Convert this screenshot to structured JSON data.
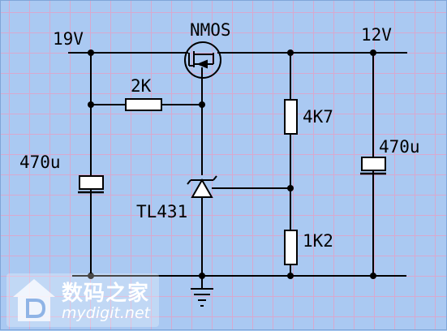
{
  "labels": {
    "vin": "19V",
    "nmos": "NMOS",
    "vout": "12V",
    "r_feedback": "2K",
    "r_top": "4K7",
    "cap_in": "470u",
    "cap_out": "470u",
    "regulator": "TL431",
    "r_bottom": "1K2"
  },
  "watermark": {
    "chinese": "数码之家",
    "url": "mydigit.net"
  }
}
